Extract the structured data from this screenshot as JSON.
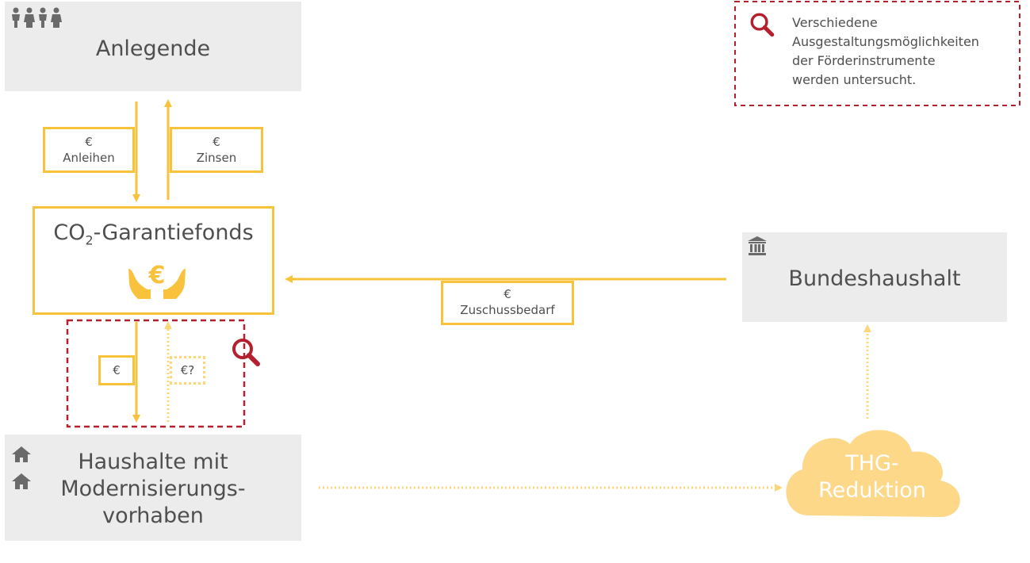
{
  "info_note": {
    "line1": "Verschiedene",
    "line2": "Ausgestaltungsmöglichkeiten",
    "line3": "der Förderinstrumente",
    "line4": "werden untersucht.",
    "icon": "magnifier-icon"
  },
  "nodes": {
    "investors": {
      "label": "Anlegende",
      "icon": "people-icon"
    },
    "fund": {
      "label_prefix": "CO",
      "label_sub": "2",
      "label_suffix": "-Garantiefonds",
      "icon": "hands-euro-icon"
    },
    "budget": {
      "label": "Bundeshaushalt",
      "icon": "bank-building-icon"
    },
    "households": {
      "line1": "Haushalte mit",
      "line2": "Modernisierungs-",
      "line3": "vorhaben",
      "icon": "house-icon"
    },
    "reduction": {
      "line1": "THG-",
      "line2": "Reduktion"
    }
  },
  "flows": {
    "bonds": {
      "symbol": "€",
      "label": "Anleihen"
    },
    "interest": {
      "symbol": "€",
      "label": "Zinsen"
    },
    "subsidy": {
      "symbol": "€",
      "label": "Zuschussbedarf"
    },
    "to_households": {
      "symbol": "€"
    },
    "from_households": {
      "symbol": "€?"
    }
  },
  "colors": {
    "flow_yellow": "#f9c23c",
    "dotted_yellow": "#fbd77a",
    "cloud": "#fdd888",
    "grey_box": "#ececec",
    "accent_red": "#b5202e",
    "text_grey": "#4f4f4f"
  }
}
